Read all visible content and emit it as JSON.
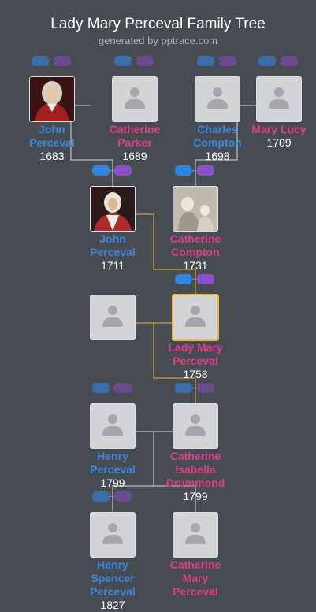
{
  "header": {
    "title": "Lady Mary Perceval Family Tree",
    "subtitle": "generated by pptrace.com"
  },
  "colors": {
    "male": "#3d86dd",
    "female": "#df3d8c",
    "focus_line": "#e8b73f",
    "line": "#d8d8d8",
    "background": "#474c52"
  },
  "people": {
    "john_perceval_1683": {
      "name_lines": [
        "John",
        "Perceval"
      ],
      "year": "1683",
      "gender": "male",
      "portrait": "portrait-icon"
    },
    "catherine_parker": {
      "name_lines": [
        "Catherine",
        "Parker"
      ],
      "year": "1689",
      "gender": "female"
    },
    "charles_compton": {
      "name_lines": [
        "Charles",
        "Compton"
      ],
      "year": "1698",
      "gender": "male"
    },
    "mary_lucy": {
      "name_lines": [
        "Mary Lucy"
      ],
      "year": "1709",
      "gender": "female"
    },
    "john_perceval_1711": {
      "name_lines": [
        "John",
        "Perceval"
      ],
      "year": "1711",
      "gender": "male",
      "portrait": "portrait-icon"
    },
    "catherine_compton": {
      "name_lines": [
        "Catherine",
        "Compton"
      ],
      "year": "1731",
      "gender": "female",
      "portrait": "portrait-icon"
    },
    "unknown_spouse": {
      "name_lines": [],
      "year": "",
      "gender": "male"
    },
    "lady_mary_perceval": {
      "name_lines": [
        "Lady Mary",
        "Perceval"
      ],
      "year": "1758",
      "gender": "female",
      "focus": true
    },
    "henry_perceval": {
      "name_lines": [
        "Henry",
        "Perceval"
      ],
      "year": "1799",
      "gender": "male"
    },
    "catherine_isabella_drummond": {
      "name_lines": [
        "Catherine",
        "Isabella",
        "Drummond"
      ],
      "year": "1799",
      "gender": "female"
    },
    "henry_spencer_perceval": {
      "name_lines": [
        "Henry",
        "Spencer",
        "Perceval"
      ],
      "year": "1827",
      "gender": "male"
    },
    "catherine_mary_perceval": {
      "name_lines": [
        "Catherine",
        "Mary",
        "Perceval"
      ],
      "year": "",
      "gender": "female"
    }
  }
}
